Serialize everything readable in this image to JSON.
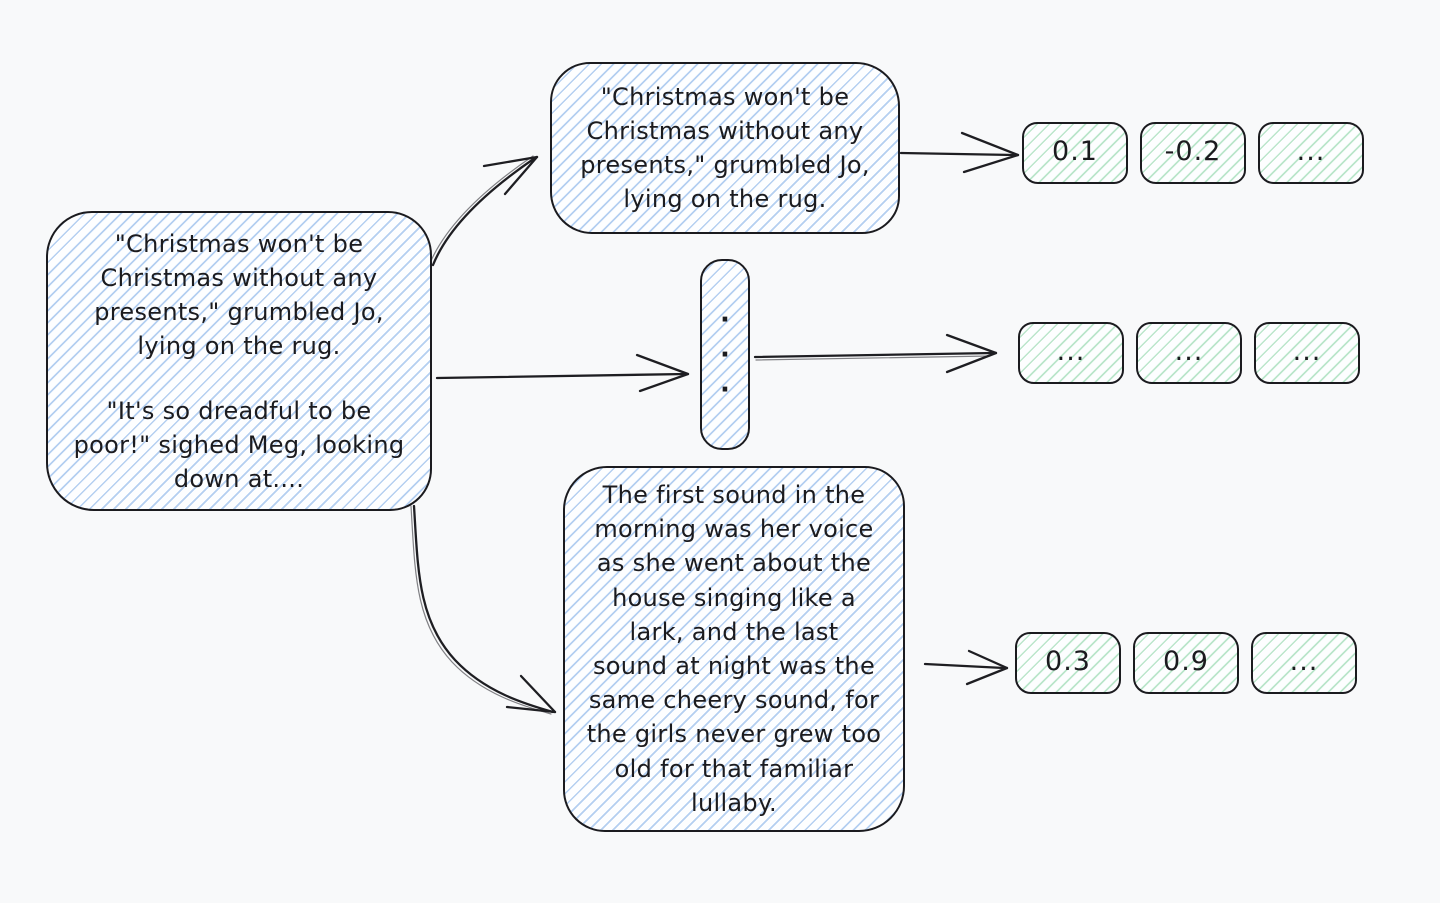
{
  "colors": {
    "background": "#f8f9fa",
    "stroke": "#1b1b1f",
    "chunk_fill_hatch": "#79a9e5",
    "embedding_fill_hatch": "#7acd98"
  },
  "source_document": {
    "paragraph1": "\"Christmas won't be\nChristmas without any\npresents,\" grumbled Jo,\nlying on the rug.",
    "paragraph2": "\"It's so dreadful to be\npoor!\" sighed Meg, looking\ndown at...."
  },
  "chunks": [
    {
      "id": "chunk-1",
      "text": "\"Christmas won't be\nChristmas without any\npresents,\" grumbled Jo,\nlying on the rug."
    },
    {
      "id": "chunk-ellipsis",
      "dots": [
        "·",
        "·",
        "·"
      ]
    },
    {
      "id": "chunk-2",
      "text": "The first sound in the\nmorning was her voice\nas she went about the\nhouse singing like a\nlark, and the last\nsound at night was the\nsame cheery sound, for\nthe girls never grew too\nold for that familiar\nlullaby."
    }
  ],
  "embeddings": [
    {
      "values": [
        "0.1",
        "-0.2",
        "..."
      ]
    },
    {
      "values": [
        "...",
        "...",
        "..."
      ]
    },
    {
      "values": [
        "0.3",
        "0.9",
        "..."
      ]
    }
  ]
}
